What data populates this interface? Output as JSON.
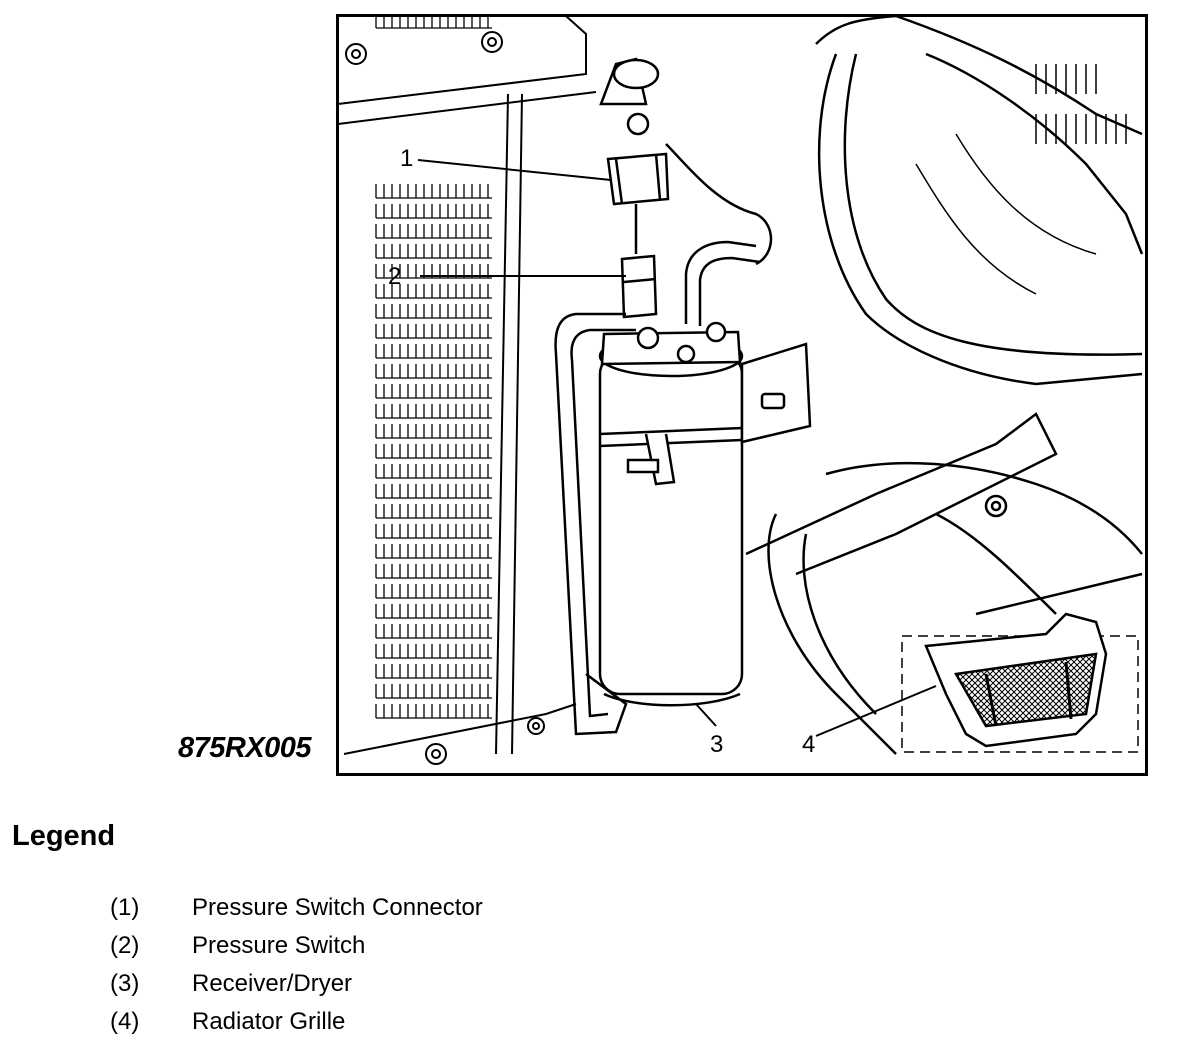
{
  "figure": {
    "id": "875RX005",
    "callouts": [
      "1",
      "2",
      "3",
      "4"
    ]
  },
  "legend": {
    "title": "Legend",
    "items": [
      {
        "num": "(1)",
        "label": "Pressure Switch Connector"
      },
      {
        "num": "(2)",
        "label": "Pressure Switch"
      },
      {
        "num": "(3)",
        "label": "Receiver/Dryer"
      },
      {
        "num": "(4)",
        "label": "Radiator Grille"
      }
    ]
  }
}
